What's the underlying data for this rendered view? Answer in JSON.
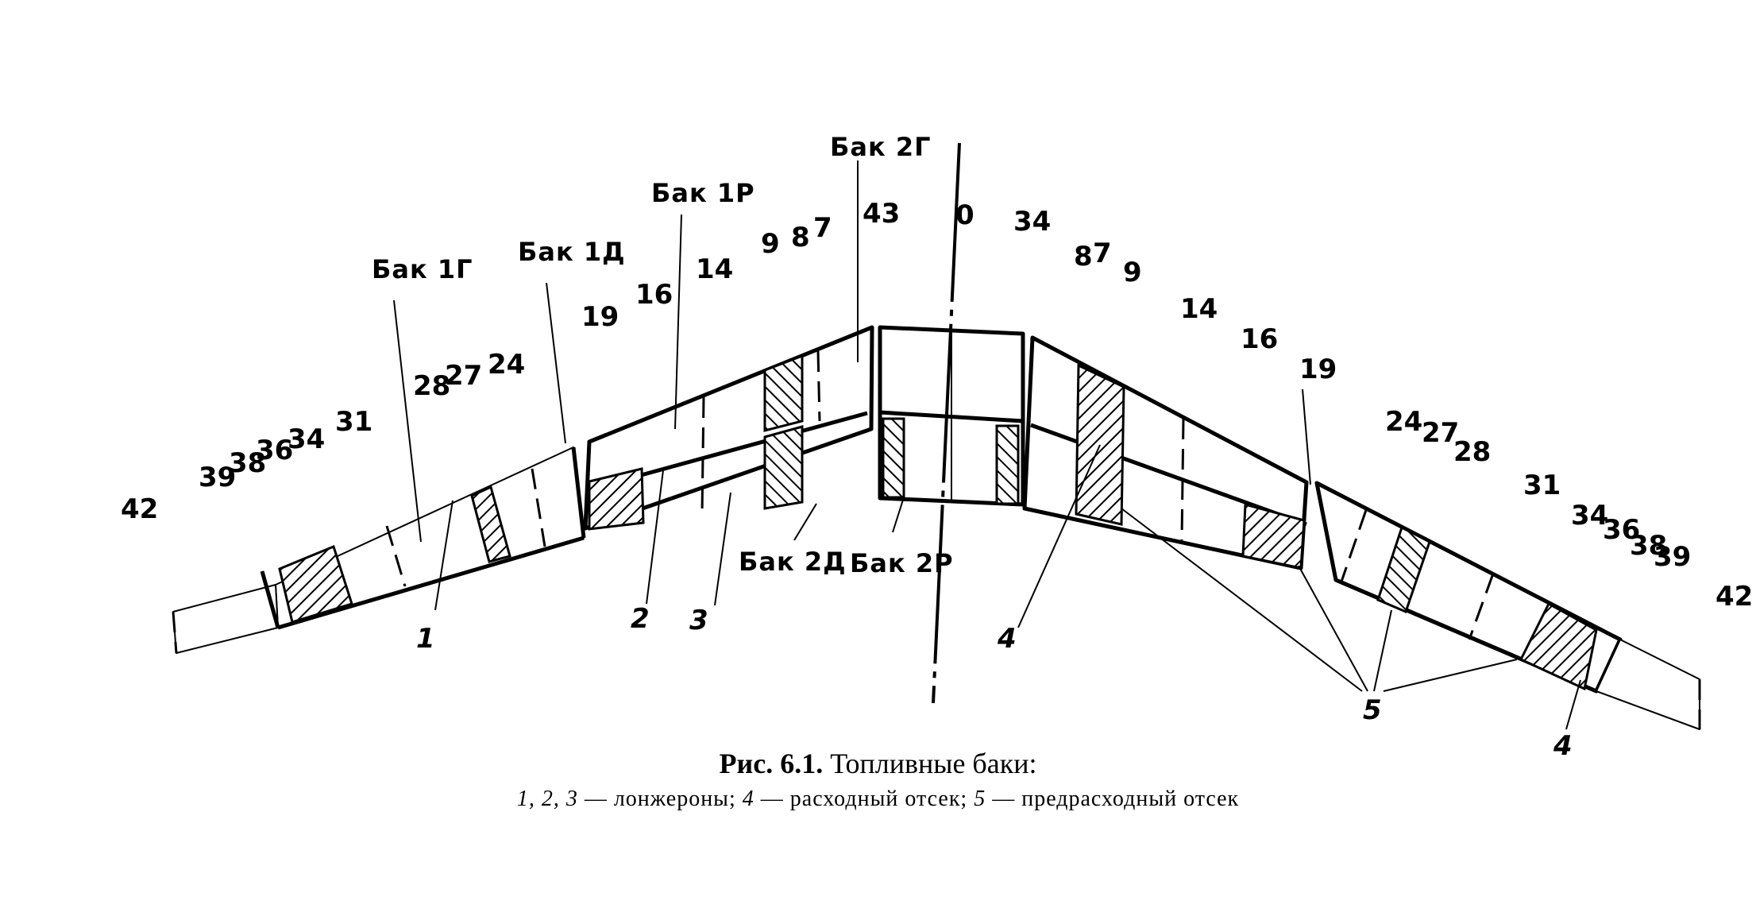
{
  "figure": {
    "tanks": {
      "tank_1g": "Бак 1Г",
      "tank_1d": "Бак 1Д",
      "tank_1r": "Бак 1Р",
      "tank_2g": "Бак 2Г",
      "tank_2d": "Бак 2Д",
      "tank_2r": "Бак 2Р"
    },
    "ribs": {
      "r0": "0",
      "r7": "7",
      "r8": "8",
      "r9": "9",
      "r14": "14",
      "r16": "16",
      "r19": "19",
      "r24": "24",
      "r27": "27",
      "r28": "28",
      "r31": "31",
      "r34": "34",
      "r36": "36",
      "r38": "38",
      "r39": "39",
      "r42": "42",
      "r43": "43"
    },
    "callouts": {
      "c1": "1",
      "c2": "2",
      "c3": "3",
      "c4": "4",
      "c5": "5"
    }
  },
  "caption": {
    "label": "Рис. 6.1.",
    "title": "Топливные баки:",
    "legend_n1": "1, 2, 3",
    "legend_t1": " — лонжероны; ",
    "legend_n2": "4",
    "legend_t2": " — расходный отсек; ",
    "legend_n3": "5",
    "legend_t3": " — предрасходный отсек"
  }
}
